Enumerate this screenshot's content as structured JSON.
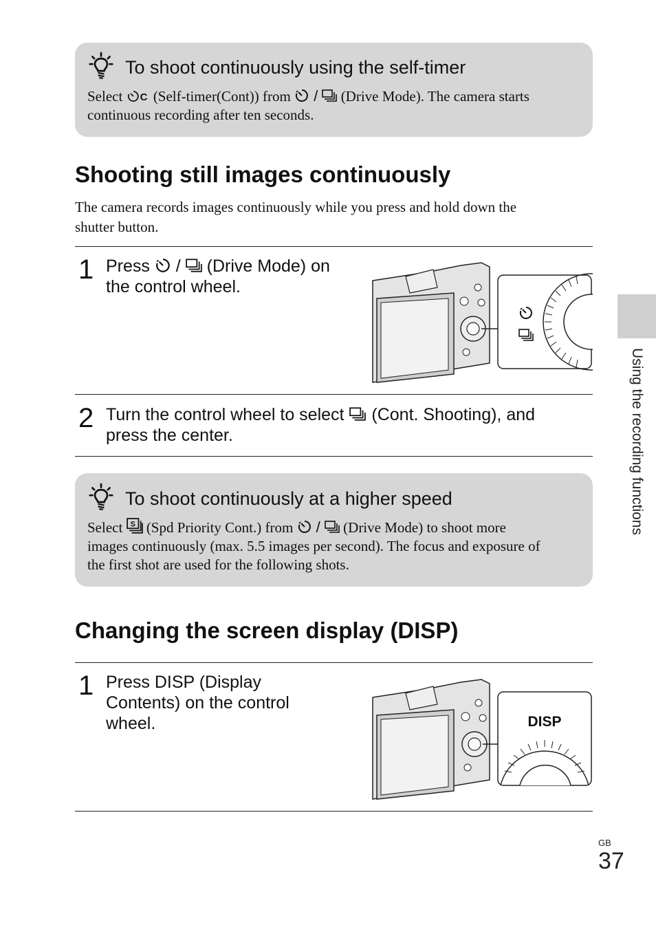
{
  "tip1": {
    "heading": "To shoot continuously using the self-timer",
    "body_before": "Select",
    "body_mid1": "(Self-timer(Cont)) from",
    "body_mid2": "(Drive Mode). The camera starts",
    "body_line2": "continuous recording after ten seconds."
  },
  "section1": {
    "title": "Shooting still images continuously",
    "intro_line1": "The camera records images continuously while you press and hold down the",
    "intro_line2": "shutter button."
  },
  "step1a": {
    "number": "1",
    "text_before": "Press",
    "text_after": "(Drive Mode) on",
    "text_line2": "the control wheel."
  },
  "step2a": {
    "number": "2",
    "text_before": "Turn the control wheel to select",
    "text_after": "(Cont. Shooting), and",
    "text_line2": "press the center."
  },
  "tip2": {
    "heading": "To shoot continuously at a higher speed",
    "body_before": "Select",
    "body_mid1": "(Spd Priority Cont.) from",
    "body_mid2": "(Drive Mode) to shoot more",
    "body_line2": "images continuously (max. 5.5 images per second). The focus and exposure of",
    "body_line3": "the first shot are used for the following shots."
  },
  "section2": {
    "title": "Changing the screen display (DISP)"
  },
  "step1b": {
    "number": "1",
    "line1": "Press DISP (Display",
    "line2": "Contents) on the control",
    "line3": "wheel.",
    "disp_label": "DISP"
  },
  "sidebar": {
    "label": "Using the recording functions"
  },
  "footer": {
    "region": "GB",
    "page_number": "37"
  },
  "icons": [
    "tip-icon",
    "self-timer-icon",
    "cont-shooting-icon",
    "self-timer-cont-icon",
    "spd-priority-icon",
    "camera-illustration"
  ],
  "colors": {
    "tip_box": "#d6d6d6",
    "side_tab": "#cfcfcf",
    "camera_body": "#e4e4e4"
  }
}
